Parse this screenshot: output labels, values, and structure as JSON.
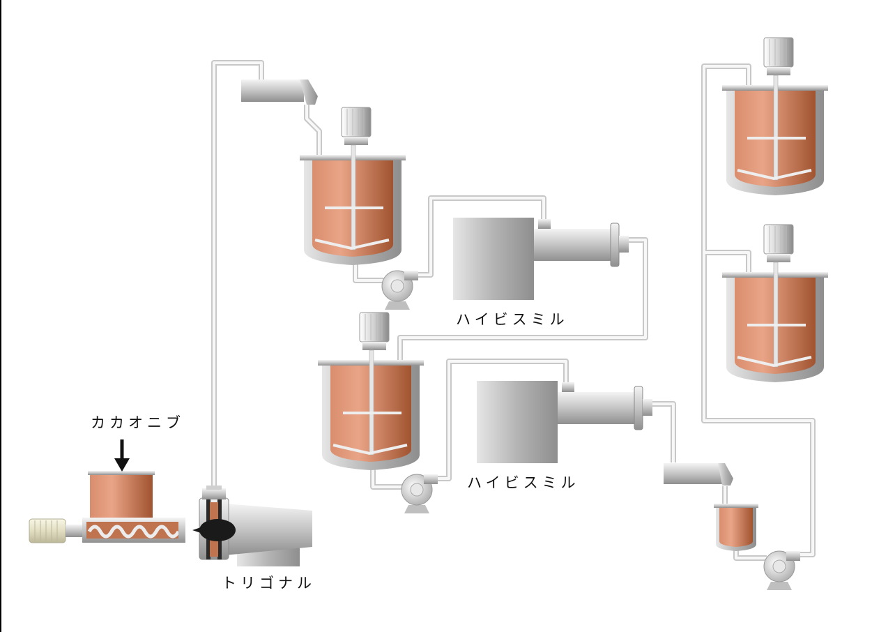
{
  "labels": {
    "cacao_nibs": "カカオニブ",
    "trigonal": "トリゴナル",
    "mill_1": "ハイビスミル",
    "mill_2": "ハイビスミル"
  },
  "colors": {
    "copper_light": "#e0987a",
    "copper_dark": "#a85a38",
    "steel_light": "#f2f2f2",
    "steel_dark": "#9a9a9a",
    "pipe": "#d8d8d8"
  }
}
